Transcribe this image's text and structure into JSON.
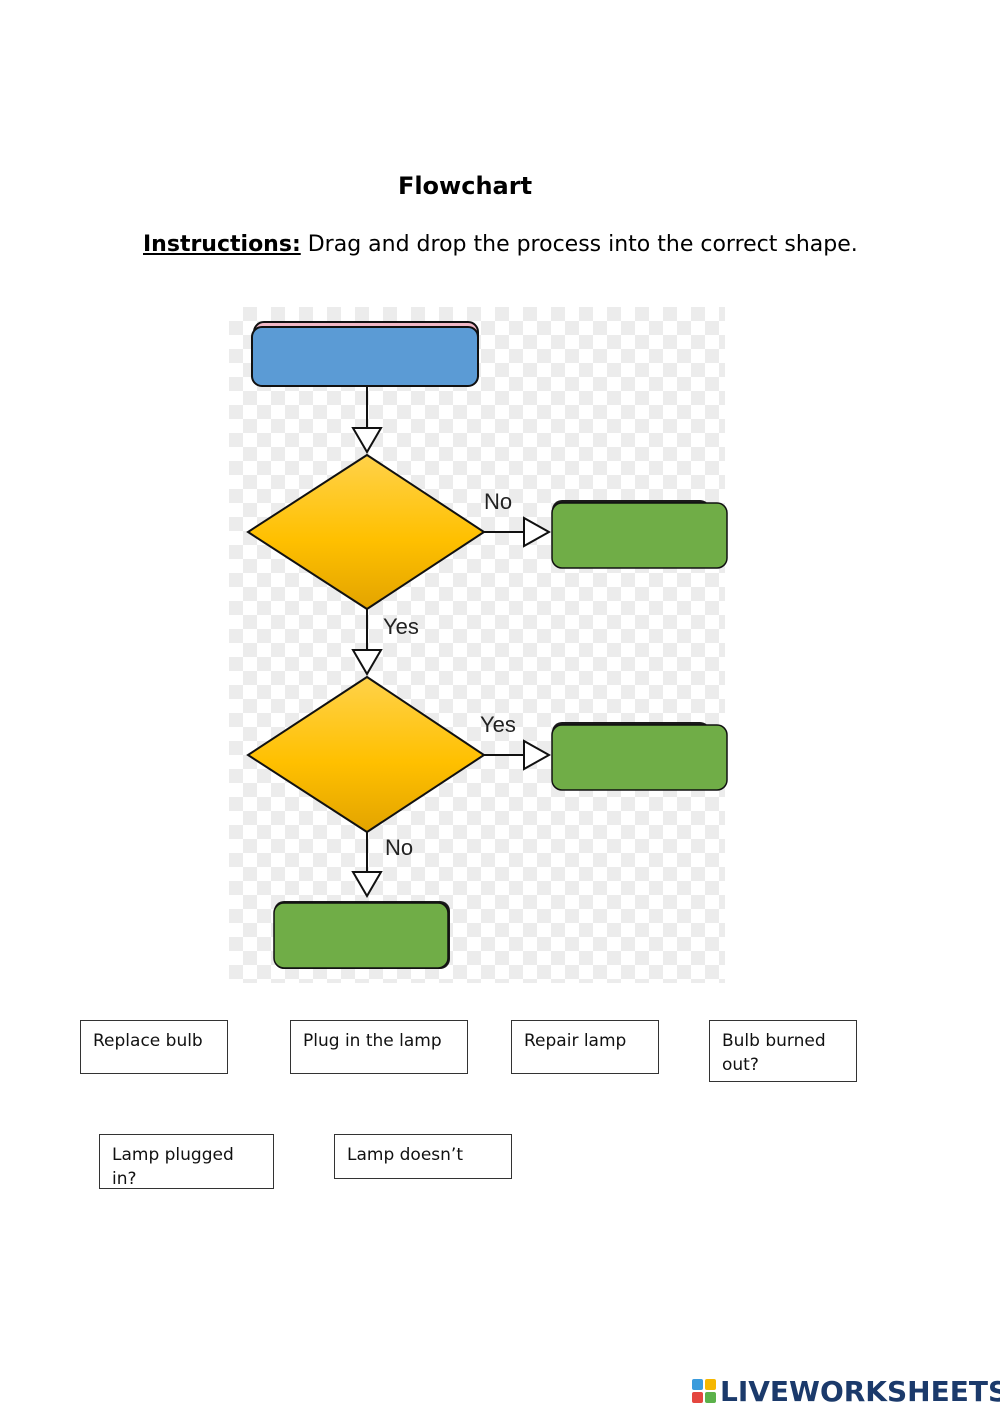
{
  "page": {
    "title": "Flowchart",
    "instructions_label": "Instructions:",
    "instructions_text": " Drag and drop the process into the correct shape."
  },
  "flowchart": {
    "label_no_1": "No",
    "label_yes_1": "Yes",
    "label_yes_2": "Yes",
    "label_no_2": "No",
    "colors": {
      "start": "#5b9bd5",
      "decision": "#ffc000",
      "process": "#70ad47"
    }
  },
  "options": [
    "Replace bulb",
    "Plug in the lamp",
    "Repair lamp",
    "Bulb burned out?",
    "Lamp plugged in?",
    "Lamp doesn’t"
  ],
  "branding": {
    "logo_icon": "liveworksheets-logo-icon",
    "text": "LIVEWORKSHEETS",
    "color": "#1b3a6b"
  }
}
